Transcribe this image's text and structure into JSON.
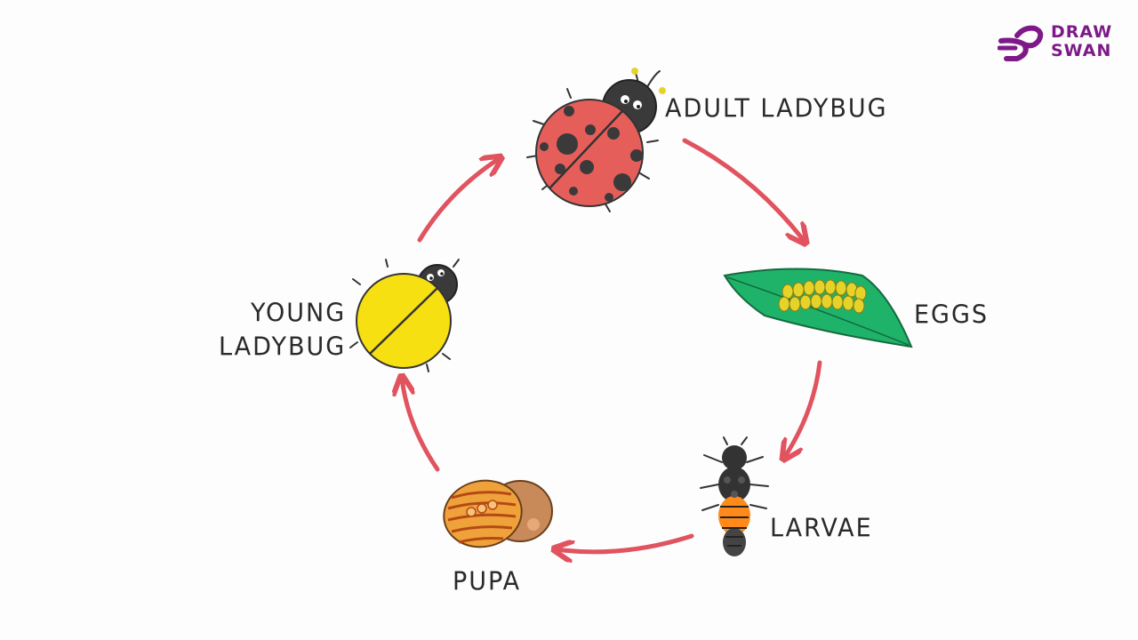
{
  "labels": {
    "adult": "ADULT LADYBUG",
    "eggs": "EGGS",
    "larvae": "LARVAE",
    "pupa": "PUPA",
    "young_line1": "YOUNG",
    "young_line2": "LADYBUG"
  },
  "logo": {
    "line1": "DRAW",
    "line2": "SWAN",
    "color": "#7d1a88"
  },
  "colors": {
    "arrow": "#e0535f",
    "adult_body": "#e65e5a",
    "young_body": "#f7e012",
    "leaf": "#1fb36a",
    "eggs": "#e6d32a",
    "larva_dark": "#333333",
    "larva_orange": "#ff8a1c",
    "pupa": "#f0a23a"
  }
}
